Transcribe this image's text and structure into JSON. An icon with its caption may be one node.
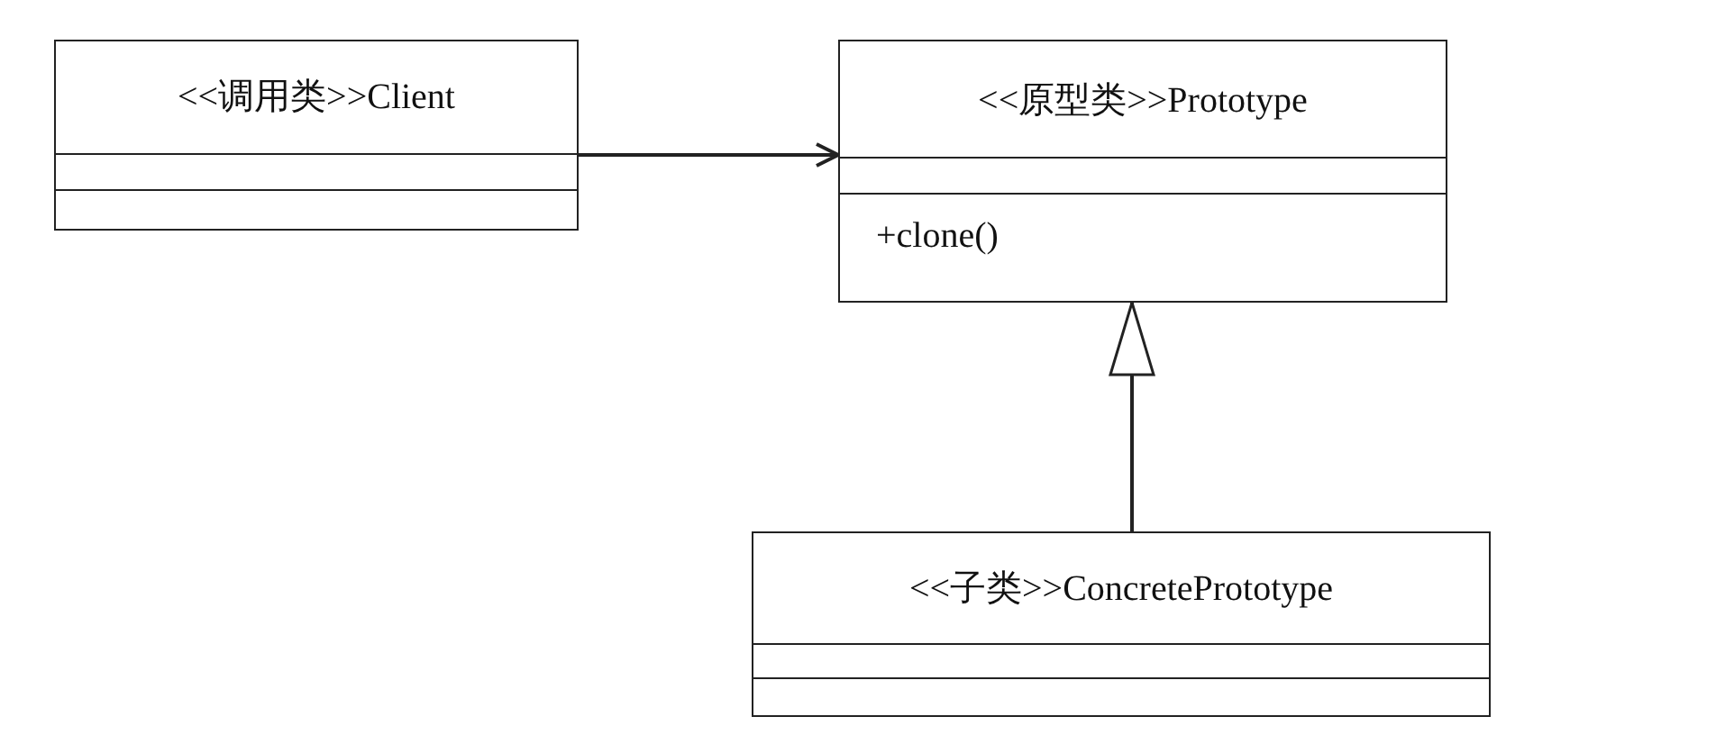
{
  "diagram": {
    "nodes": [
      {
        "text": [
          "<<调用类>>Client"
        ]
      },
      {
        "text": [
          "<<原型类>>Prototype",
          "+clone()"
        ]
      },
      {
        "text": [
          "<<子类>>ConcretePrototype"
        ]
      }
    ],
    "edges": [
      {
        "from": 0,
        "to": 1,
        "arrow": "to"
      },
      {
        "from": 2,
        "to": 1,
        "arrow": "to"
      }
    ]
  }
}
